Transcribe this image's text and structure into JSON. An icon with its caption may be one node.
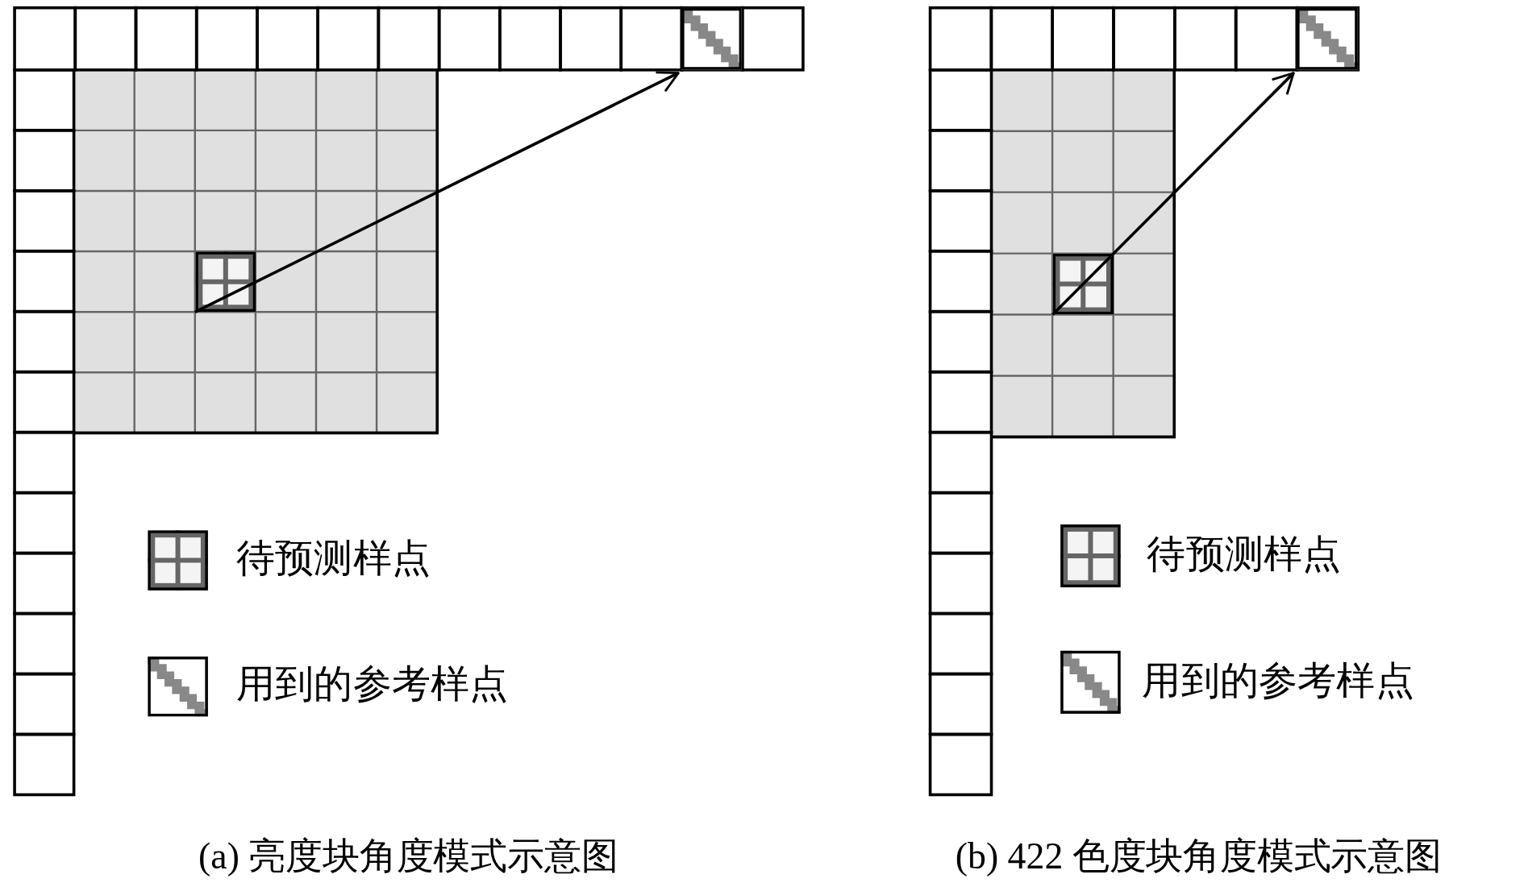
{
  "diagram": {
    "nodes": [
      {
        "text": [],
        "shape": "box"
      },
      {
        "text": [],
        "shape": "box"
      },
      {
        "text": [],
        "shape": "box"
      },
      {
        "text": [],
        "shape": "box"
      }
    ],
    "edges": [
      {
        "from": 0,
        "to": 1,
        "arrow": "to"
      },
      {
        "from": 2,
        "to": 3,
        "arrow": "to"
      }
    ],
    "labels": [
      "(a) 亮度块角度模式示意图",
      "(b) 422 色度块角度模式示意图"
    ],
    "legend": [
      {
        "text": "待预测样点"
      },
      {
        "text": "用到的参考样点"
      },
      {
        "text": "待预测样点"
      },
      {
        "text": "用到的参考样点"
      }
    ]
  }
}
